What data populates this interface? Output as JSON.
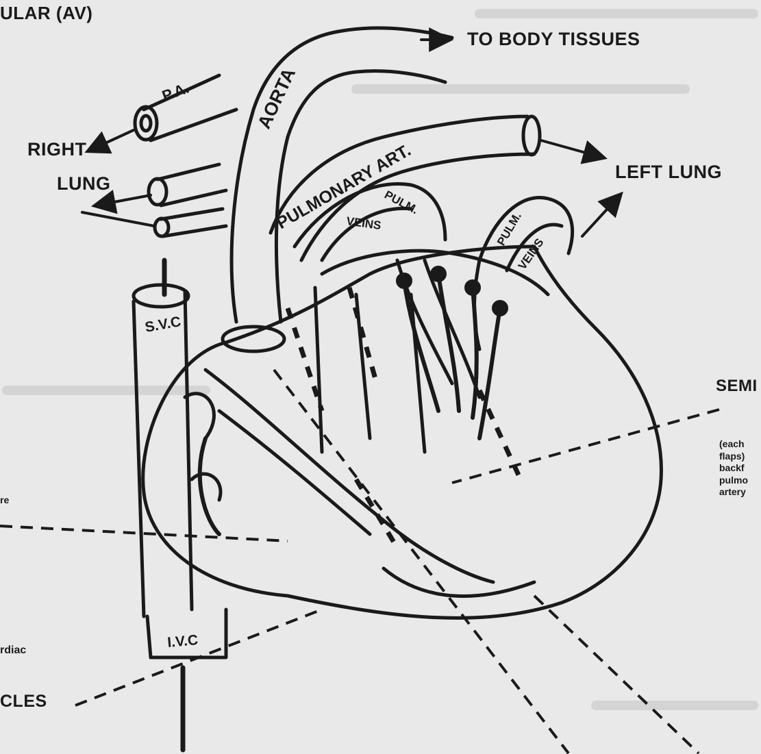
{
  "labels": {
    "top_left": "ULAR (AV)",
    "to_body": "TO BODY TISSUES",
    "right_lung_1": "RIGHT",
    "right_lung_2": "LUNG",
    "left_lung": "LEFT LUNG",
    "pa": "P.A.",
    "aorta": "AORTA",
    "pulmonary_art": "PULMONARY ART.",
    "pulm_veins_left_1": "PULM.",
    "pulm_veins_left_2": "VEINS",
    "pulm_veins_right_1": "PULM.",
    "pulm_veins_right_2": "VEINS",
    "svc": "S.V.C",
    "ivc": "I.V.C",
    "semi": "SEMI",
    "note_1": "(each",
    "note_2": "flaps)",
    "note_3": "backf",
    "note_4": "pulmo",
    "note_5": "artery",
    "left_fragment_1": "re",
    "left_fragment_2": "rdiac",
    "left_fragment_3": "CLES"
  },
  "colors": {
    "ink": "#1a1a1a",
    "paper": "#e9e9e9",
    "ghost_text": "#c4c4c4"
  }
}
